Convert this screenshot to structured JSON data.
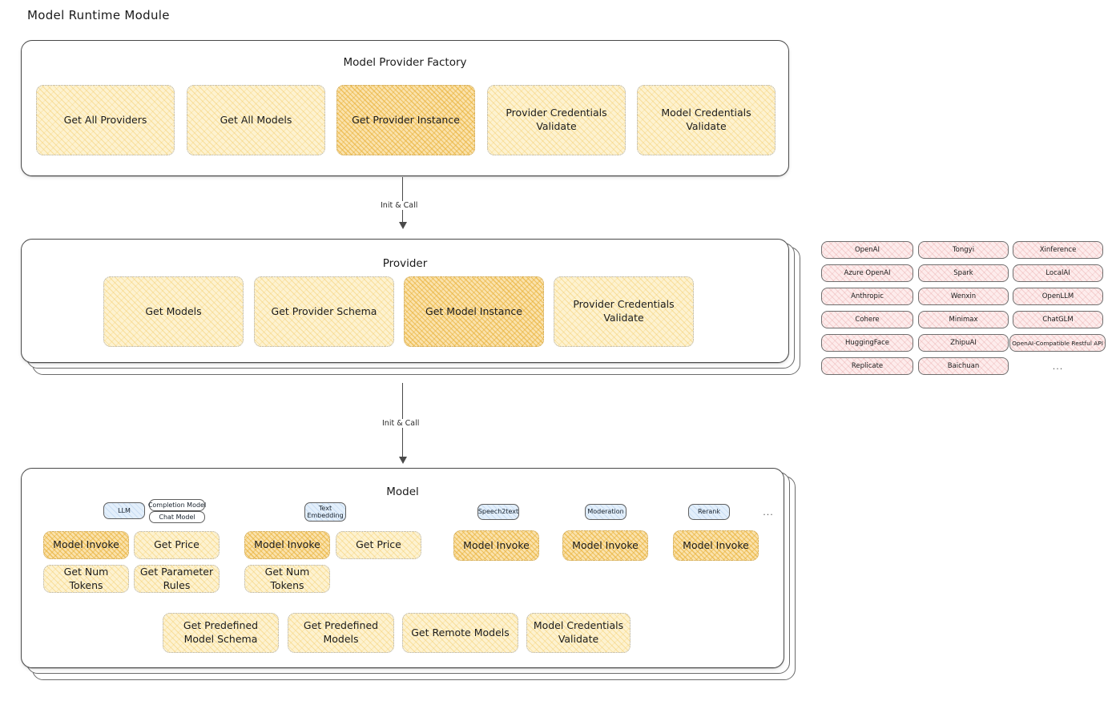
{
  "page": {
    "title": "Model Runtime Module"
  },
  "factory": {
    "title": "Model Provider Factory",
    "nodes": [
      {
        "label": "Get All Providers",
        "highlight": false
      },
      {
        "label": "Get All Models",
        "highlight": false
      },
      {
        "label": "Get Provider Instance",
        "highlight": true
      },
      {
        "label": "Provider Credentials Validate",
        "highlight": false
      },
      {
        "label": "Model Credentials Validate",
        "highlight": false
      }
    ]
  },
  "connectors": [
    {
      "label": "Init & Call"
    },
    {
      "label": "Init & Call"
    }
  ],
  "provider": {
    "title": "Provider",
    "nodes": [
      {
        "label": "Get Models",
        "highlight": false
      },
      {
        "label": "Get Provider Schema",
        "highlight": false
      },
      {
        "label": "Get Model Instance",
        "highlight": true
      },
      {
        "label": "Provider Credentials Validate",
        "highlight": false
      }
    ]
  },
  "provider_list": {
    "columns": [
      [
        "OpenAI",
        "Azure OpenAI",
        "Anthropic",
        "Cohere",
        "HuggingFace",
        "Replicate"
      ],
      [
        "Tongyi",
        "Spark",
        "Wenxin",
        "Minimax",
        "ZhipuAI",
        "Baichuan"
      ],
      [
        "Xinference",
        "LocalAI",
        "OpenLLM",
        "ChatGLM",
        "OpenAI-Compatible Restful API"
      ]
    ],
    "more": "..."
  },
  "model": {
    "title": "Model",
    "more": "...",
    "types": [
      {
        "badge": "LLM",
        "sub_badges": [
          "Completion Model",
          "Chat Model"
        ],
        "nodes": [
          {
            "label": "Model Invoke",
            "highlight": true
          },
          {
            "label": "Get Price",
            "highlight": false
          },
          {
            "label": "Get Num Tokens",
            "highlight": false
          },
          {
            "label": "Get Parameter Rules",
            "highlight": false
          }
        ]
      },
      {
        "badge": "Text Embedding",
        "sub_badges": [],
        "nodes": [
          {
            "label": "Model Invoke",
            "highlight": true
          },
          {
            "label": "Get Price",
            "highlight": false
          },
          {
            "label": "Get Num Tokens",
            "highlight": false
          }
        ]
      },
      {
        "badge": "Speech2text",
        "sub_badges": [],
        "nodes": [
          {
            "label": "Model Invoke",
            "highlight": true
          }
        ]
      },
      {
        "badge": "Moderation",
        "sub_badges": [],
        "nodes": [
          {
            "label": "Model Invoke",
            "highlight": true
          }
        ]
      },
      {
        "badge": "Rerank",
        "sub_badges": [],
        "nodes": [
          {
            "label": "Model Invoke",
            "highlight": true
          }
        ]
      }
    ],
    "shared_nodes": [
      {
        "label": "Get Predefined Model Schema"
      },
      {
        "label": "Get Predefined Models"
      },
      {
        "label": "Get Remote Models"
      },
      {
        "label": "Model Credentials Validate"
      }
    ]
  }
}
